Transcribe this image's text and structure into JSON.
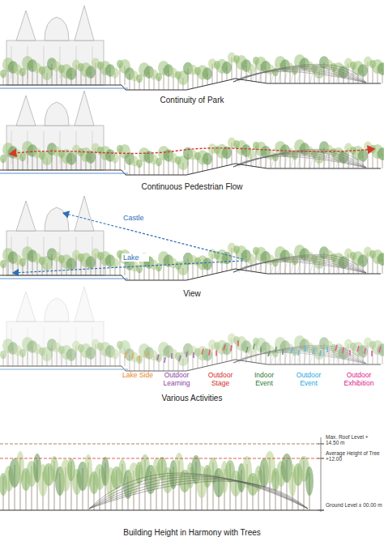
{
  "diagram": {
    "labels": [
      "Continuity of Park",
      "Continuous Pedestrian Flow",
      "Castle",
      "Lake",
      "View",
      "Lake Side",
      "Outdoor Learning",
      "Outdoor Stage",
      "Indoor Event",
      "Outdoor Event",
      "Outdoor Exhibition",
      "Various Activities",
      "Max. Roof Level + 14.50 m",
      "Average Height of Tree +12.00",
      "Ground Level ± 00.00 m",
      "Building Height in Harmony with Trees"
    ]
  }
}
